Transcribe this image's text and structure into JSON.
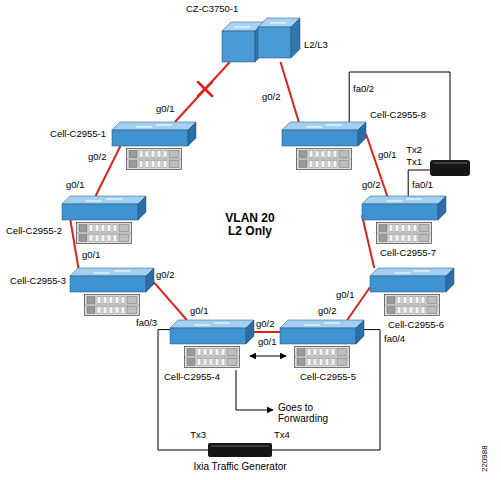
{
  "diagram": {
    "nodes": [
      {
        "text": [
          "CZ-C3750-1",
          "L2/L3"
        ]
      },
      {
        "text": [
          "Cell-C2955-1"
        ]
      },
      {
        "text": [
          "Cell-C2955-8"
        ]
      },
      {
        "text": [
          "Tx2",
          "Tx1"
        ]
      },
      {
        "text": [
          "Cell-C2955-2"
        ]
      },
      {
        "text": [
          "Cell-C2955-7"
        ]
      },
      {
        "text": [
          "Cell-C2955-3"
        ]
      },
      {
        "text": [
          "Cell-C2955-6"
        ]
      },
      {
        "text": [
          "Cell-C2955-4"
        ]
      },
      {
        "text": [
          "Cell-C2955-5"
        ]
      },
      {
        "text": [
          "Tx3",
          "Tx4",
          "Ixia Traffic Generator"
        ]
      }
    ],
    "edges": [
      {
        "from": 0,
        "to": 1,
        "arrow": "none"
      },
      {
        "from": 0,
        "to": 2,
        "arrow": "none"
      },
      {
        "from": 1,
        "to": 4,
        "arrow": "none"
      },
      {
        "from": 4,
        "to": 6,
        "arrow": "none"
      },
      {
        "from": 6,
        "to": 8,
        "arrow": "none"
      },
      {
        "from": 8,
        "to": 9,
        "arrow": "none"
      },
      {
        "from": 9,
        "to": 7,
        "arrow": "none"
      },
      {
        "from": 7,
        "to": 5,
        "arrow": "none"
      },
      {
        "from": 2,
        "to": 5,
        "arrow": "none"
      },
      {
        "from": 2,
        "to": 3,
        "arrow": "none"
      },
      {
        "from": 5,
        "to": 3,
        "arrow": "none"
      },
      {
        "from": 8,
        "to": 10,
        "arrow": "none"
      },
      {
        "from": 9,
        "to": 10,
        "arrow": "none"
      }
    ],
    "labels": [
      "g0/1",
      "g0/2",
      "fa0/2",
      "g0/2",
      "g0/1",
      "g0/1",
      "g0/2",
      "fa0/1",
      "VLAN 20 L2 Only",
      "g0/1",
      "g0/2",
      "g0/1",
      "g0/1",
      "fa0/3",
      "g0/2",
      "fa0/4",
      "g0/2",
      "g0/1",
      "Goes to Forwarding",
      "220988"
    ]
  }
}
